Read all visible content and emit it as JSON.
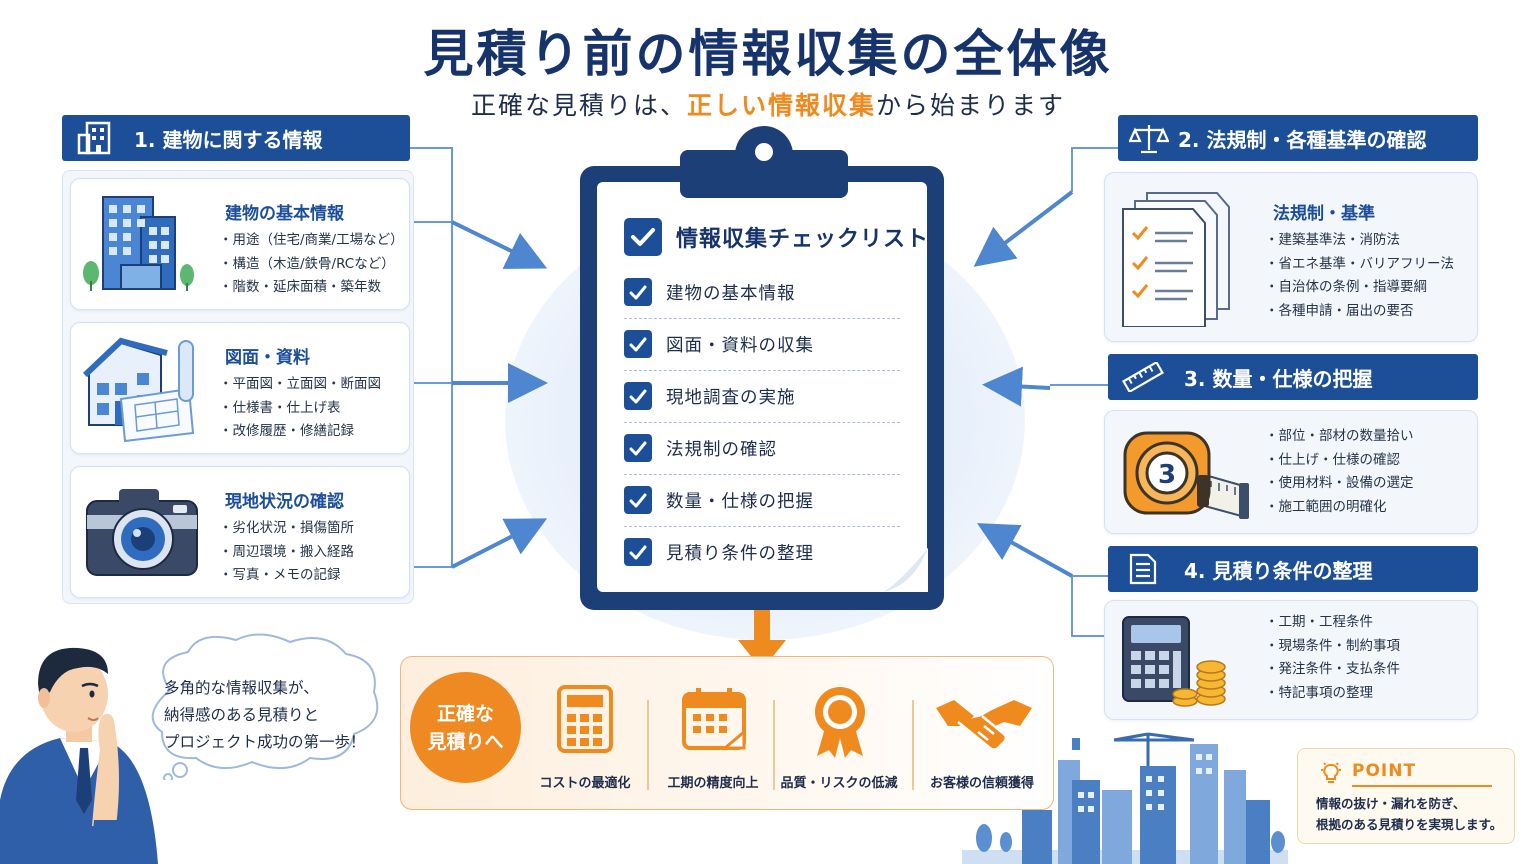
{
  "title": "見積り前の情報収集の全体像",
  "subtitle": {
    "before": "正確な見積りは、",
    "highlight": "正しい情報収集",
    "after": "から始まります"
  },
  "left": {
    "header": "1. 建物に関する情報",
    "cards": [
      {
        "title": "建物の基本情報",
        "items": [
          "・用途（住宅/商業/工場など）",
          "・構造（木造/鉄骨/RCなど）",
          "・階数・延床面積・築年数"
        ]
      },
      {
        "title": "図面・資料",
        "items": [
          "・平面図・立面図・断面図",
          "・仕様書・仕上げ表",
          "・改修履歴・修繕記録"
        ]
      },
      {
        "title": "現地状況の確認",
        "items": [
          "・劣化状況・損傷箇所",
          "・周辺環境・搬入経路",
          "・写真・メモの記録"
        ]
      }
    ]
  },
  "right": [
    {
      "header": "2. 法規制・各種基準の確認",
      "title": "法規制・基準",
      "items": [
        "・建築基準法・消防法",
        "・省エネ基準・バリアフリー法",
        "・自治体の条例・指導要綱",
        "・各種申請・届出の要否"
      ]
    },
    {
      "header": "3. 数量・仕様の把握",
      "title": "",
      "items": [
        "・部位・部材の数量拾い",
        "・仕上げ・仕様の確認",
        "・使用材料・設備の選定",
        "・施工範囲の明確化"
      ]
    },
    {
      "header": "4. 見積り条件の整理",
      "title": "",
      "items": [
        "・工期・工程条件",
        "・現場条件・制約事項",
        "・発注条件・支払条件",
        "・特記事項の整理"
      ]
    }
  ],
  "checklist": {
    "title": "情報収集チェックリスト",
    "items": [
      "建物の基本情報",
      "図面・資料の収集",
      "現地調査の実施",
      "法規制の確認",
      "数量・仕様の把握",
      "見積り条件の整理"
    ]
  },
  "result": {
    "circle_line1": "正確な",
    "circle_line2": "見積りへ",
    "outcomes": [
      "コストの最適化",
      "工期の精度向上",
      "品質・リスクの低減",
      "お客様の信頼獲得"
    ]
  },
  "bubble": {
    "lines": [
      "多角的な情報収集が、",
      "納得感のある見積りと",
      "プロジェクト成功の第一歩！"
    ]
  },
  "point": {
    "label": "POINT",
    "lines": [
      "情報の抜け・漏れを防ぎ、",
      "根拠のある見積りを実現します。"
    ]
  },
  "colors": {
    "navy": "#1d4f99",
    "dark_navy": "#17336b",
    "orange": "#ef8a1f",
    "light_blue": "#e8f0fb"
  },
  "tape_number": "3"
}
